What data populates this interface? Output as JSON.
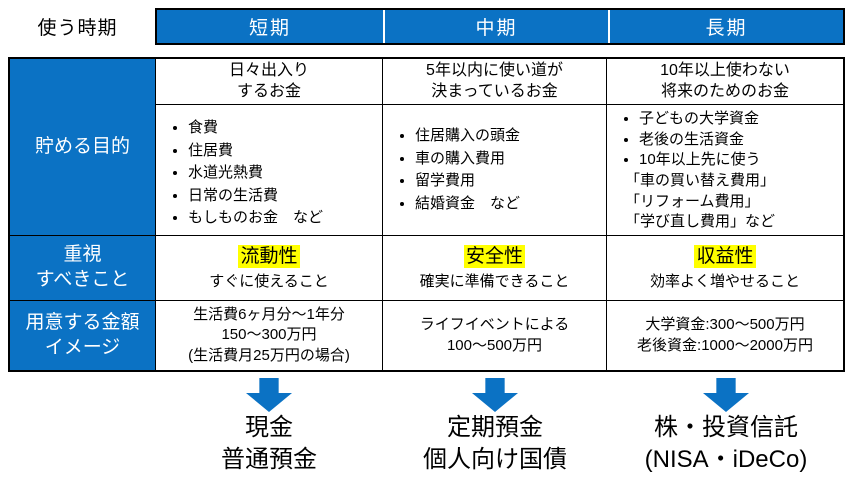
{
  "colors": {
    "header_blue": "#0B72C4",
    "highlight_yellow": "#FFFF00",
    "border_black": "#000000"
  },
  "corner_label": "使う時期",
  "row_labels": {
    "purpose": "貯める目的",
    "priority_l1": "重視",
    "priority_l2": "すべきこと",
    "amount_l1": "用意する金額",
    "amount_l2": "イメージ"
  },
  "columns": [
    {
      "header": "短期",
      "definition": [
        "日々出入り",
        "するお金"
      ],
      "bullets": [
        "食費",
        "住居費",
        "水道光熱費",
        "日常の生活費",
        "もしものお金　など"
      ],
      "priority_keyword": "流動性",
      "priority_desc": "すぐに使えること",
      "amount_lines": [
        "生活費6ヶ月分～1年分",
        "150～300万円",
        "(生活費月25万円の場合)"
      ],
      "product_lines": [
        "現金",
        "普通預金"
      ]
    },
    {
      "header": "中期",
      "definition": [
        "5年以内に使い道が",
        "決まっているお金"
      ],
      "bullets": [
        "住居購入の頭金",
        "車の購入費用",
        "留学費用",
        "結婚資金　など"
      ],
      "priority_keyword": "安全性",
      "priority_desc": "確実に準備できること",
      "amount_lines": [
        "ライフイベントによる",
        "100～500万円"
      ],
      "product_lines": [
        "定期預金",
        "個人向け国債"
      ]
    },
    {
      "header": "長期",
      "definition": [
        "10年以上使わない",
        "将来のためのお金"
      ],
      "bullets": [
        "子どもの大学資金",
        "老後の生活資金",
        "10年以上先に使う"
      ],
      "plain_lines": [
        "「車の買い替え費用」",
        "「リフォーム費用」",
        "「学び直し費用」など"
      ],
      "priority_keyword": "収益性",
      "priority_desc": "効率よく増やせること",
      "amount_lines": [
        "大学資金:300～500万円",
        "老後資金:1000～2000万円"
      ],
      "product_lines": [
        "株・投資信託",
        "(NISA・iDeCo)"
      ]
    }
  ]
}
